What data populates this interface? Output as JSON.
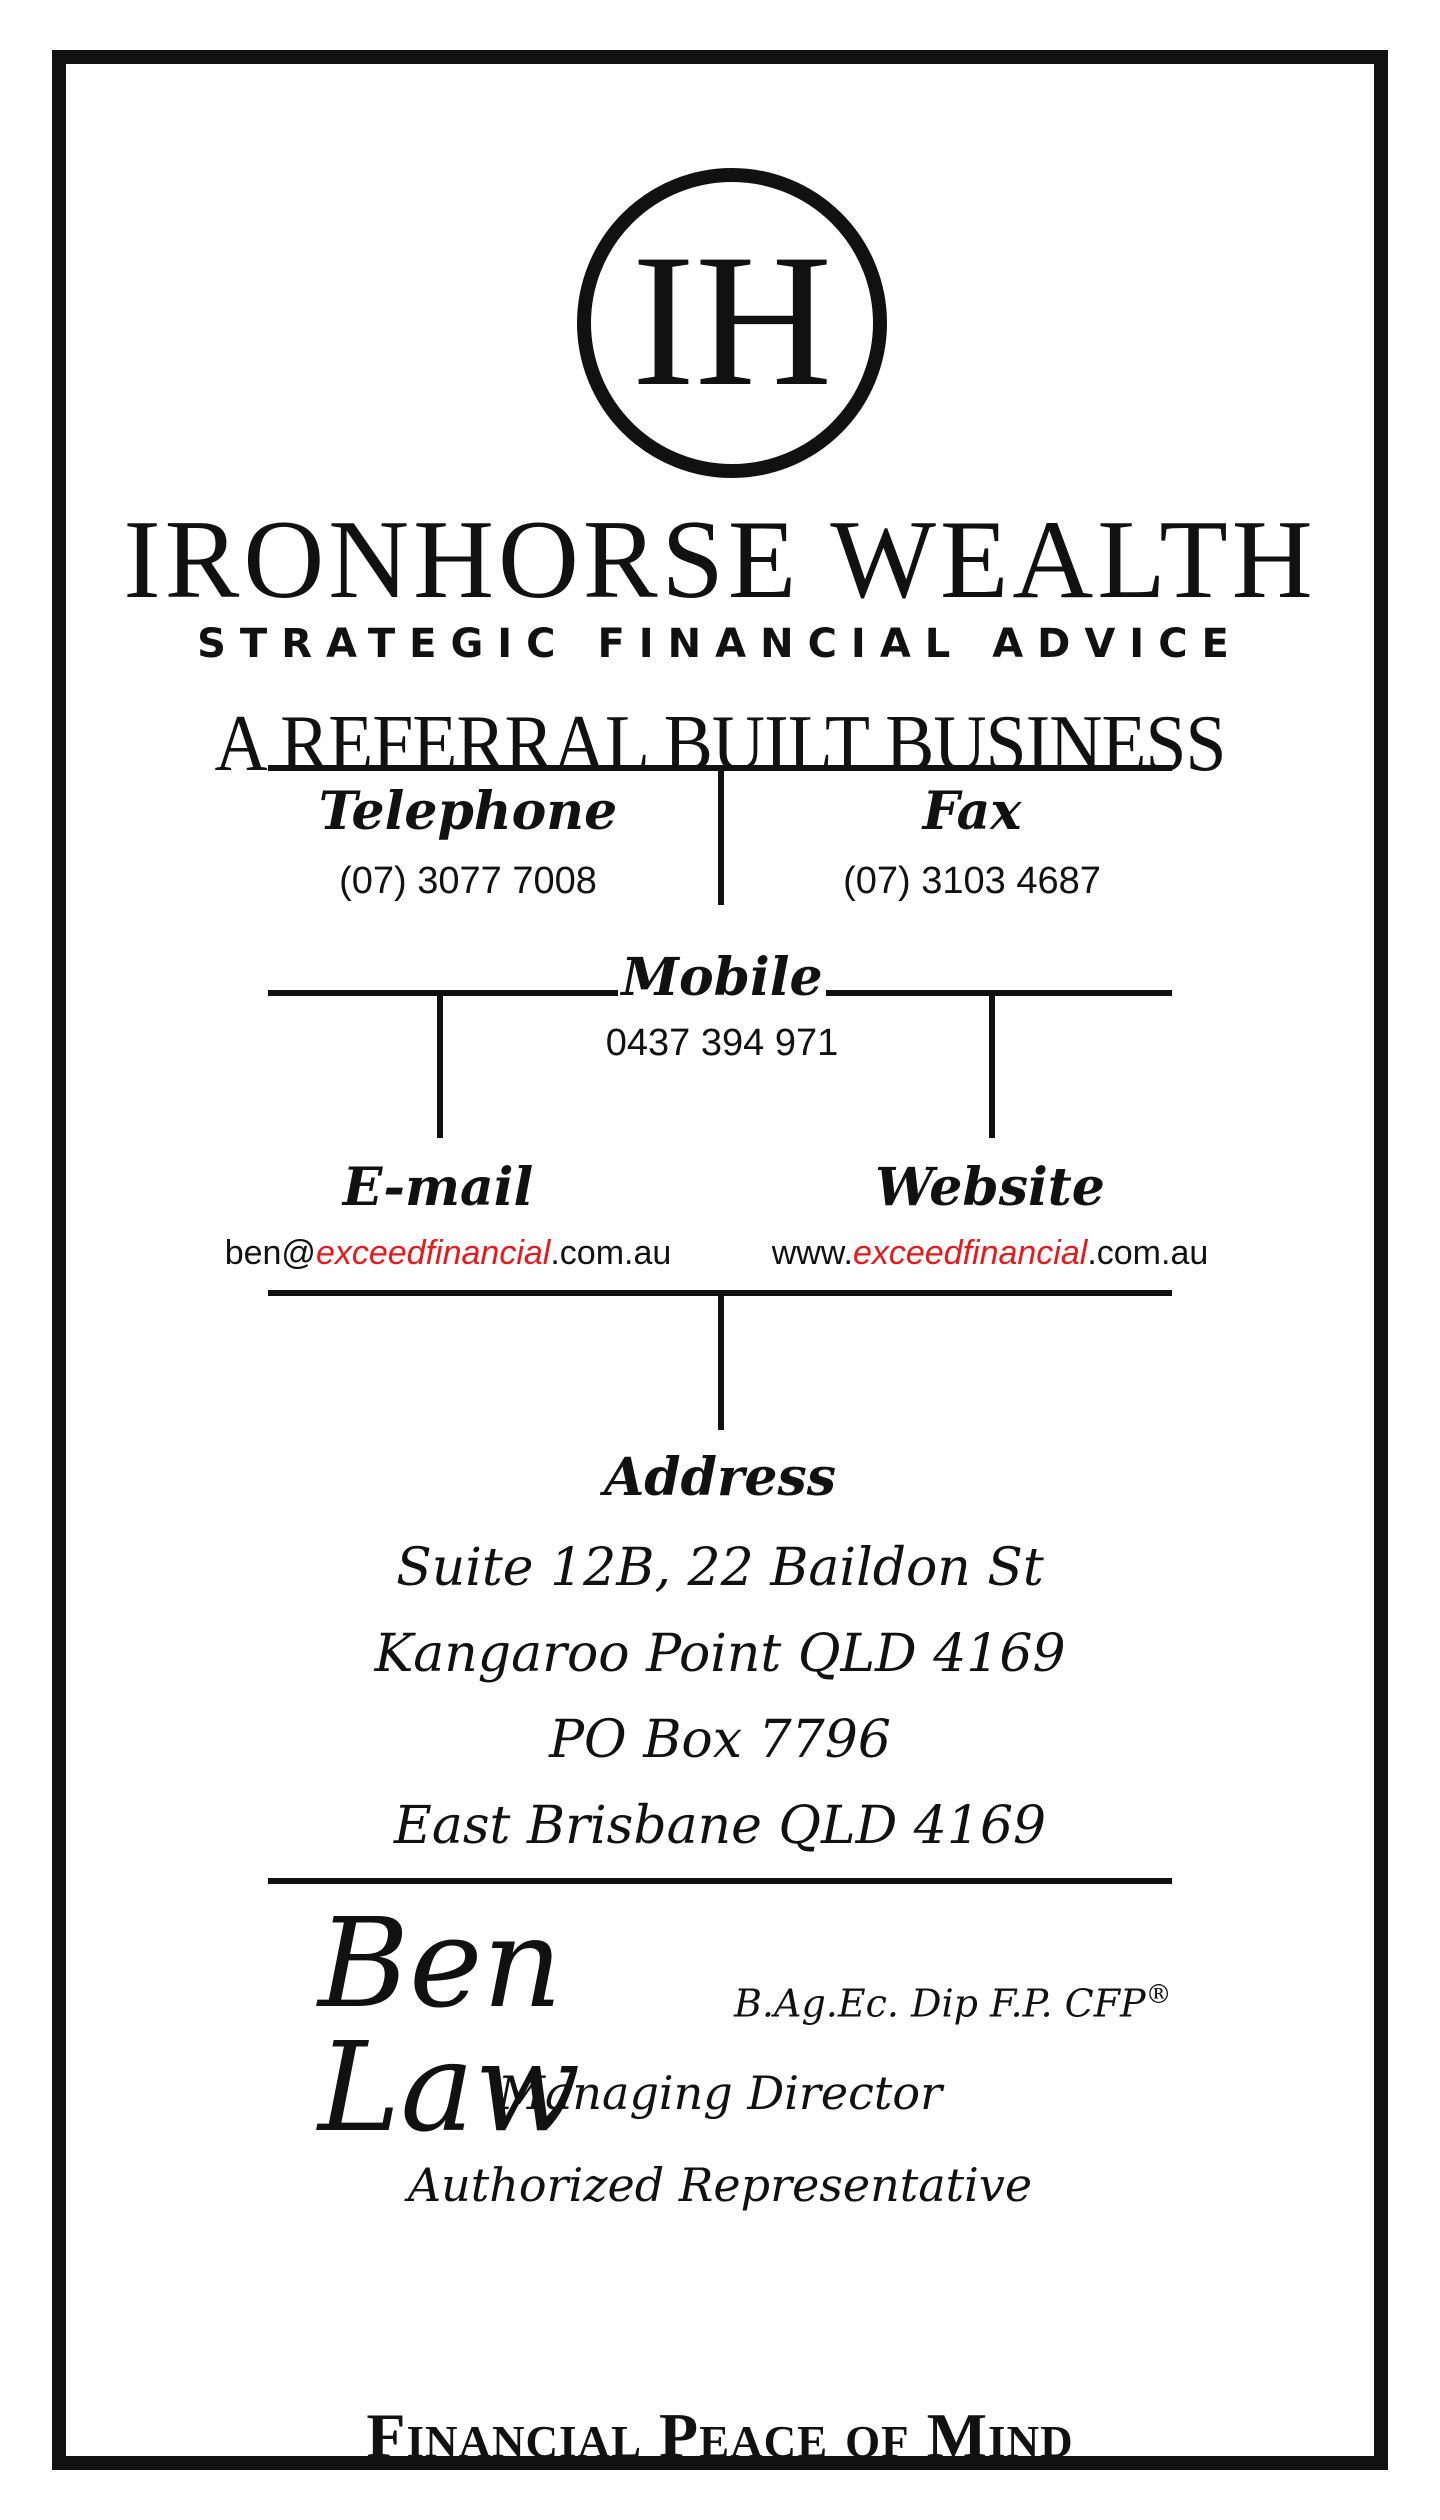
{
  "brand": {
    "logo_monogram": "IH",
    "name": "IRONHORSE WEALTH",
    "tagline": "STRATEGIC FINANCIAL ADVICE"
  },
  "headline": "A REFERRAL BUILT BUSINESS",
  "contacts": {
    "telephone": {
      "label": "Telephone",
      "value": "(07)  3077 7008"
    },
    "fax": {
      "label": "Fax",
      "value": "(07)  3103 4687"
    },
    "mobile": {
      "label": "Mobile",
      "value": "0437 394 971"
    },
    "email": {
      "label": "E-mail",
      "prefix": "ben@",
      "highlight": "exceedfinancial",
      "suffix": ".com.au"
    },
    "website": {
      "label": "Website",
      "prefix": "www.",
      "highlight": "exceedfinancial",
      "suffix": ".com.au"
    }
  },
  "address": {
    "label": "Address",
    "lines": [
      "Suite 12B, 22 Baildon St",
      "Kangaroo Point QLD 4169",
      "PO Box 7796",
      "East Brisbane QLD 4169"
    ]
  },
  "person": {
    "name": "Ben Law",
    "qualifications": "B.Ag.Ec. Dip F.P. CFP",
    "registered_mark": "®",
    "titles": [
      "Managing Director",
      "Authorized Representative"
    ]
  },
  "motto": "Financial Peace of Mind",
  "colors": {
    "ink": "#111111",
    "accent": "#e8191c",
    "background": "#ffffff"
  }
}
